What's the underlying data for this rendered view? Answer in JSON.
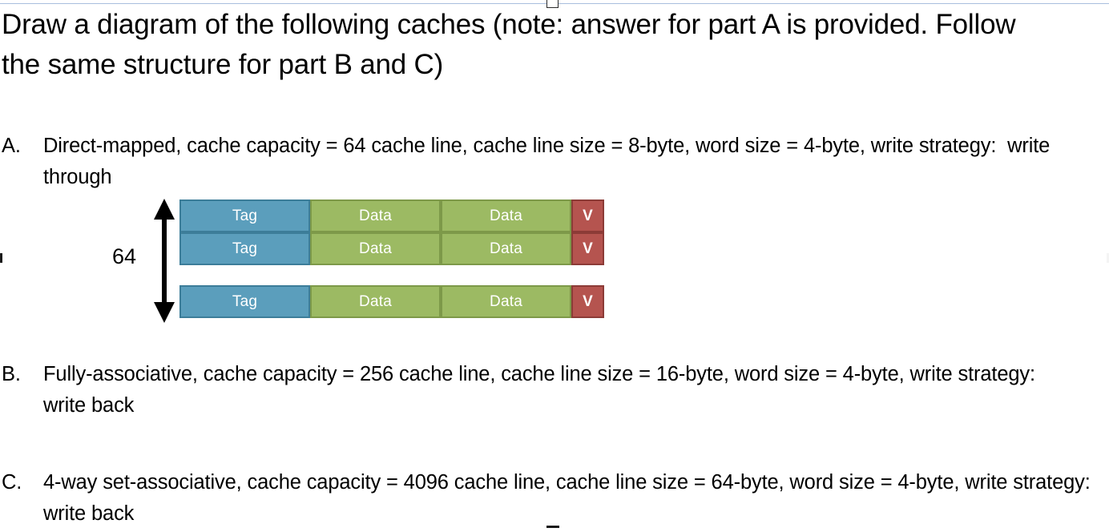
{
  "document": {
    "title": "Draw a diagram of the following caches (note: answer for part A is provided. Follow the same structure for part B and C)",
    "items": [
      {
        "letter": "A.",
        "text": "Direct-mapped, cache capacity = 64 cache line, cache line size = 8-byte, word size = 4-byte, write strategy:  write through"
      },
      {
        "letter": "B.",
        "text": "Fully-associative, cache capacity = 256 cache line, cache line size = 16-byte, word size = 4-byte, write strategy:  write back"
      },
      {
        "letter": "C.",
        "text": "4-way set-associative, cache capacity = 4096 cache line, cache line size = 64-byte, word size = 4-byte, write strategy:  write back"
      }
    ]
  },
  "diagram": {
    "dimension_label": "64",
    "arrow_icon": "double-headed-vertical-arrow-icon",
    "colors": {
      "tag_fill": "#5B9EBC",
      "tag_border": "#3C7D99",
      "data_fill": "#9CBA63",
      "data_border": "#7D9949",
      "valid_fill": "#B5544F",
      "valid_border": "#8C3B37"
    },
    "rows": [
      {
        "cells": [
          "Tag",
          "Data",
          "Data",
          "V"
        ]
      },
      {
        "cells": [
          "Tag",
          "Data",
          "Data",
          "V"
        ]
      },
      {
        "cells": [
          "Tag",
          "Data",
          "Data",
          "V"
        ]
      }
    ]
  }
}
